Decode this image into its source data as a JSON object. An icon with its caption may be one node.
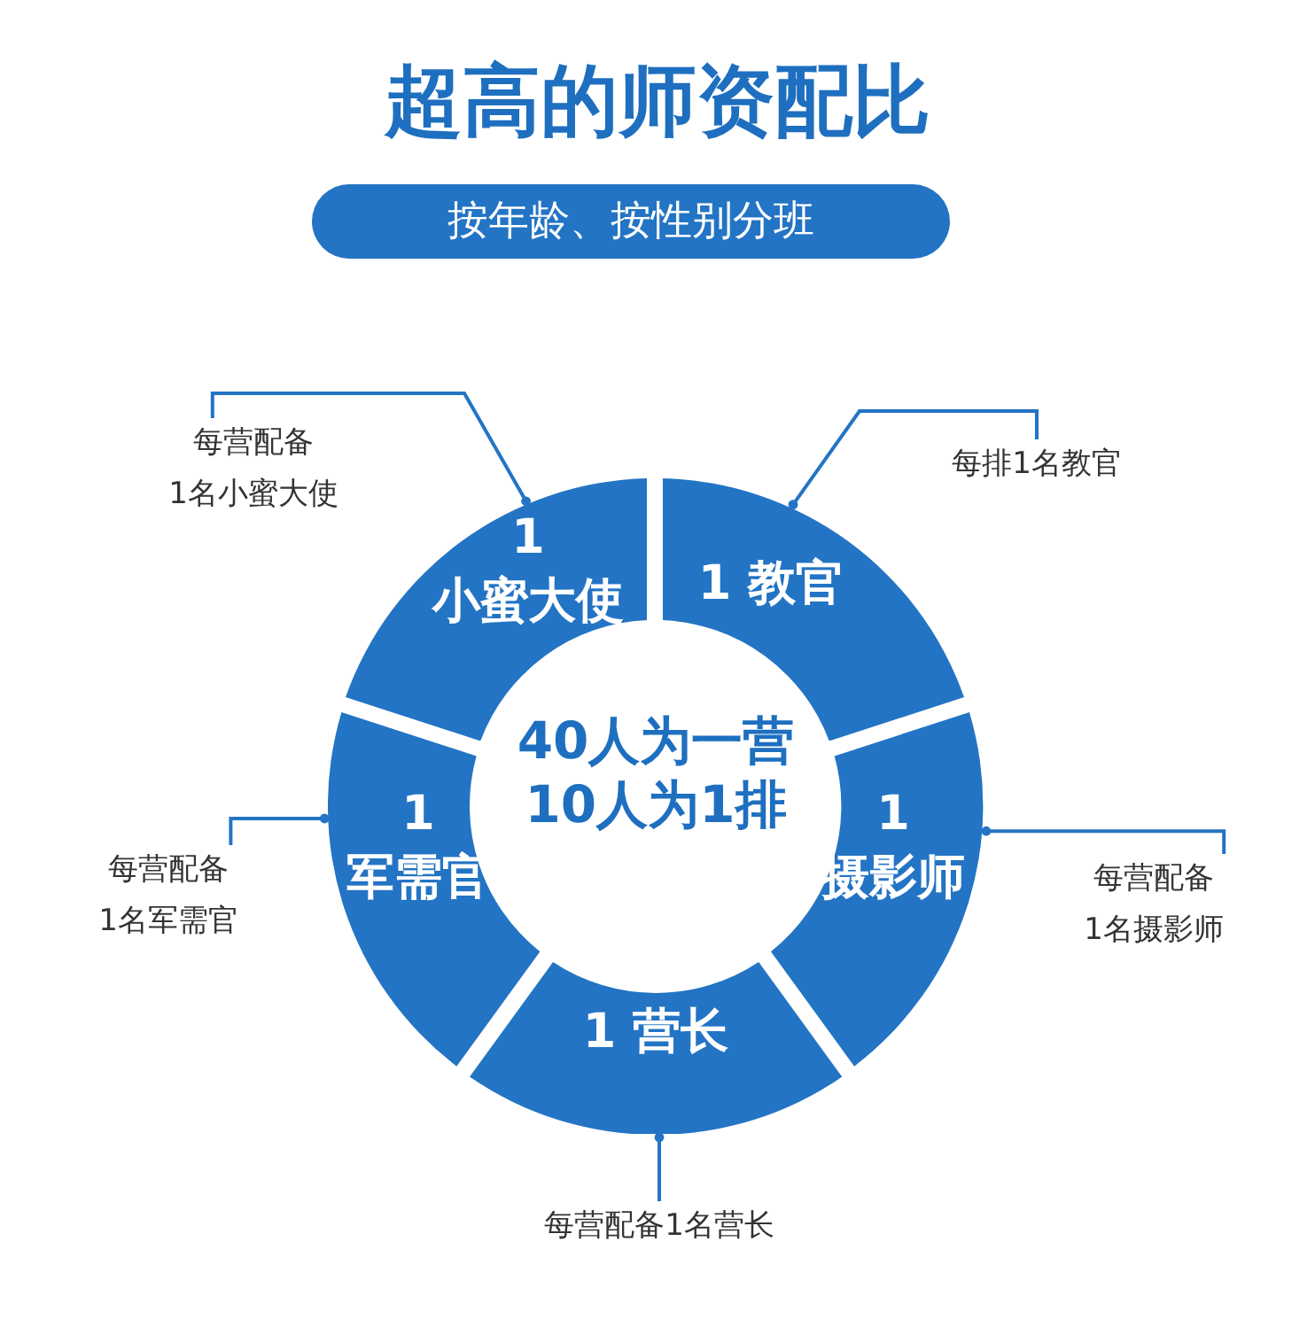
{
  "diagram": {
    "title": "超高的师资配比",
    "nodes": [
      {
        "text": [
          "按年龄、按性别分班"
        ]
      },
      {
        "text": [
          "40人为一营 10人为1排"
        ]
      },
      {
        "text": [
          "1 教官"
        ]
      },
      {
        "text": [
          "1 摄影师"
        ]
      },
      {
        "text": [
          "1 营长"
        ]
      },
      {
        "text": [
          "1 军需官"
        ]
      },
      {
        "text": [
          "1 小蜜大使"
        ]
      },
      {
        "text": [
          "每营配备 1名小蜜大使"
        ]
      },
      {
        "text": [
          "每排1名教官"
        ]
      },
      {
        "text": [
          "每营配备 1名摄影师"
        ]
      },
      {
        "text": [
          "每营配备1名营长"
        ]
      },
      {
        "text": [
          "每营配备 1名军需官"
        ]
      }
    ],
    "edges": [
      {
        "from": 7,
        "to": 6,
        "arrow": "other"
      },
      {
        "from": 8,
        "to": 2,
        "arrow": "other"
      },
      {
        "from": 9,
        "to": 3,
        "arrow": "other"
      },
      {
        "from": 10,
        "to": 4,
        "arrow": "other"
      },
      {
        "from": 11,
        "to": 5,
        "arrow": "other"
      }
    ]
  }
}
